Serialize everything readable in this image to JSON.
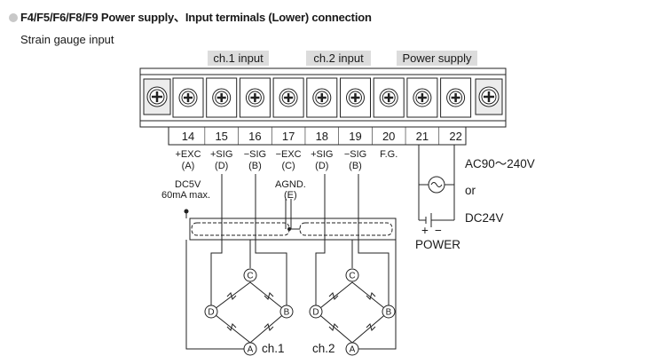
{
  "heading": "F4/F5/F6/F8/F9 Power supply、Input terminals (Lower) connection",
  "subheading": "Strain gauge input",
  "group_headers": [
    "ch.1 input",
    "ch.2 input",
    "Power supply"
  ],
  "terminals": [
    {
      "number": "14",
      "signal": "+EXC",
      "code": "(A)"
    },
    {
      "number": "15",
      "signal": "+SIG",
      "code": "(D)"
    },
    {
      "number": "16",
      "signal": "−SIG",
      "code": "(B)"
    },
    {
      "number": "17",
      "signal": "−EXC",
      "code": "(C)"
    },
    {
      "number": "18",
      "signal": "+SIG",
      "code": "(D)"
    },
    {
      "number": "19",
      "signal": "−SIG",
      "code": "(B)"
    },
    {
      "number": "20",
      "signal": "F.G.",
      "code": ""
    },
    {
      "number": "21",
      "signal": "",
      "code": ""
    },
    {
      "number": "22",
      "signal": "",
      "code": ""
    }
  ],
  "notes": {
    "exc_voltage": "DC5V",
    "exc_current": "60mA max.",
    "agnd": "AGND.",
    "agnd_code": "(E)"
  },
  "power": {
    "ac": "AC90〜240V",
    "or": "or",
    "dc": "DC24V",
    "plus": "+",
    "minus": "−",
    "label": "POWER"
  },
  "bridges": [
    {
      "channel": "ch.1",
      "nodes": {
        "top": "C",
        "left": "D",
        "right": "B",
        "bottom": "A"
      }
    },
    {
      "channel": "ch.2",
      "nodes": {
        "top": "C",
        "left": "D",
        "right": "B",
        "bottom": "A"
      }
    }
  ],
  "colors": {
    "line": "#222222",
    "header_bg": "#dcdcdc",
    "bullet": "#c8c8c8"
  }
}
